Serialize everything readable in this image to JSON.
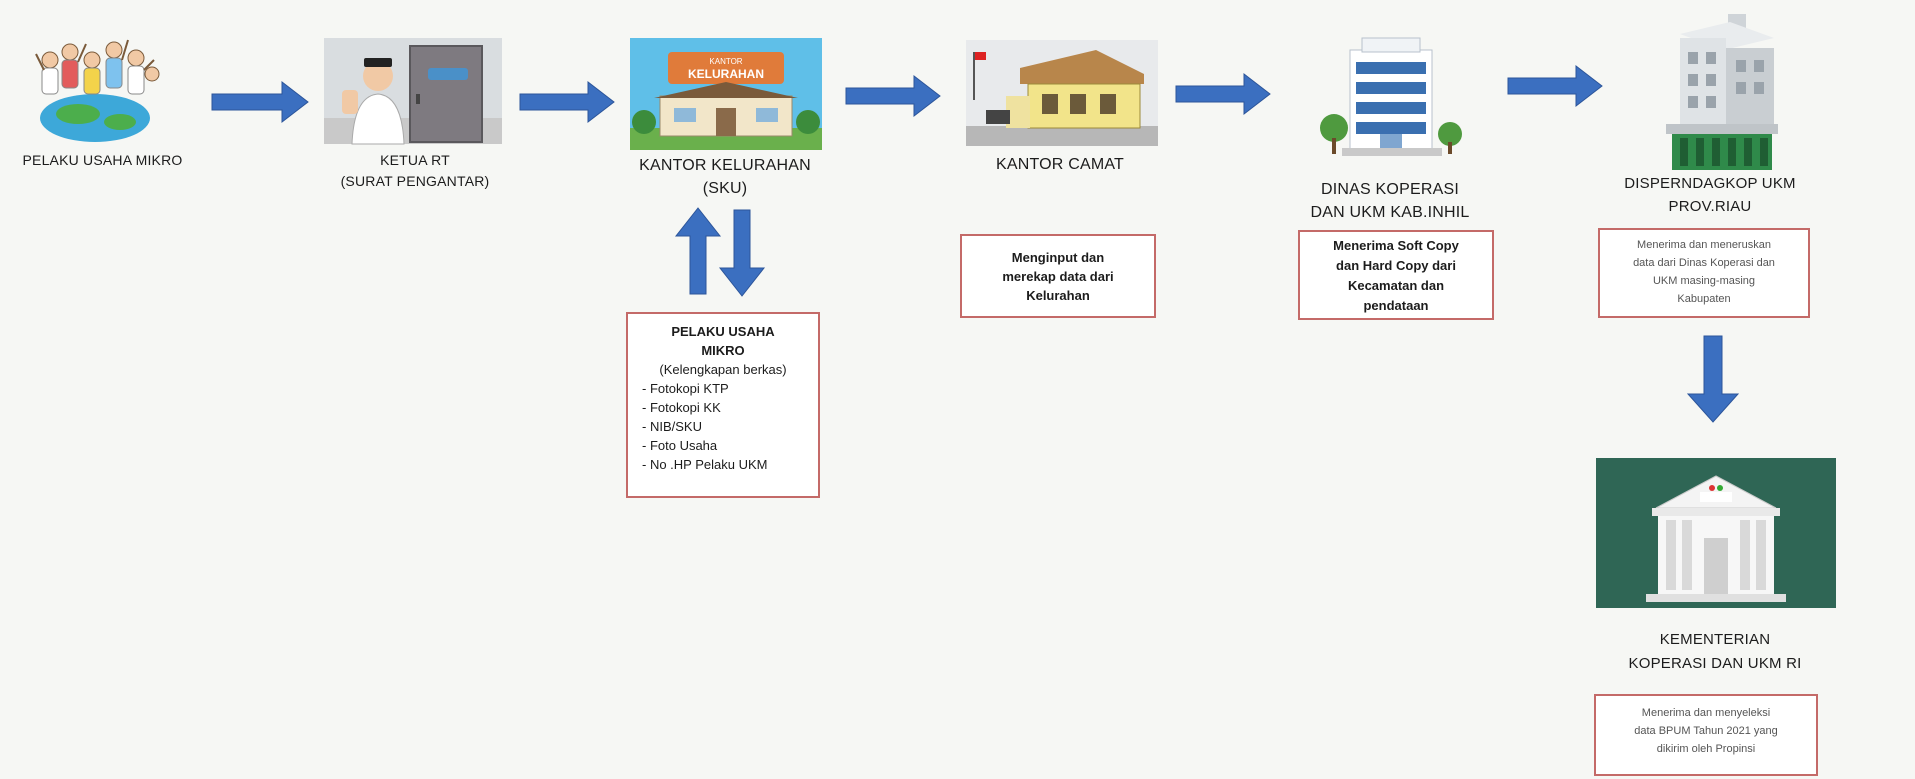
{
  "header": {
    "title": "PELAKU USAHA MIKRO"
  },
  "colors": {
    "arrow": "#3b6fc0",
    "box_border": "#c46a68",
    "text": "#1c1c1c"
  },
  "nodes": [
    {
      "id": "pelaku",
      "label": "PELAKU USAHA MIKRO",
      "icon": "people-globe-icon"
    },
    {
      "id": "rt",
      "label_1": "KETUA RT",
      "label_2": "(SURAT PENGANTAR)",
      "icon": "rt-official-icon"
    },
    {
      "id": "kelurahan",
      "label_1": "KANTOR KELURAHAN",
      "label_2": "(SKU)",
      "icon": "kelurahan-office-icon",
      "sign": "KANTOR KELURAHAN"
    },
    {
      "id": "camat",
      "label": "KANTOR CAMAT",
      "icon": "camat-office-icon"
    },
    {
      "id": "dinas",
      "label_1": "DINAS KOPERASI",
      "label_2": "DAN UKM KAB.INHIL",
      "icon": "dinas-building-icon"
    },
    {
      "id": "disperindag",
      "label_1": "DISPERNDAGKOP UKM",
      "label_2": "PROV.RIAU",
      "icon": "disperindag-building-icon"
    },
    {
      "id": "kementerian",
      "label_1": "KEMENTERIAN",
      "label_2": "KOPERASI DAN UKM RI",
      "icon": "kementerian-building-icon"
    }
  ],
  "boxes": {
    "berkas": {
      "title_1": "PELAKU USAHA",
      "title_2": "MIKRO",
      "subtitle": "(Kelengkapan berkas)",
      "items": [
        "- Fotokopi KTP",
        "- Fotokopi KK",
        "- NIB/SKU",
        "- Foto Usaha",
        "-  No .HP Pelaku UKM"
      ]
    },
    "camat": {
      "lines": [
        "Menginput dan",
        "merekap data dari",
        "Kelurahan"
      ]
    },
    "dinas": {
      "lines": [
        "Menerima Soft Copy",
        "dan Hard Copy dari",
        "Kecamatan dan",
        "pendataan"
      ]
    },
    "disperindag": {
      "lines": [
        "Menerima dan meneruskan",
        "data dari Dinas Koperasi dan",
        "UKM masing-masing",
        "Kabupaten"
      ]
    },
    "kementerian": {
      "lines": [
        "Menerima dan menyeleksi",
        "data BPUM Tahun 2021 yang",
        "dikirim oleh Propinsi"
      ]
    }
  }
}
